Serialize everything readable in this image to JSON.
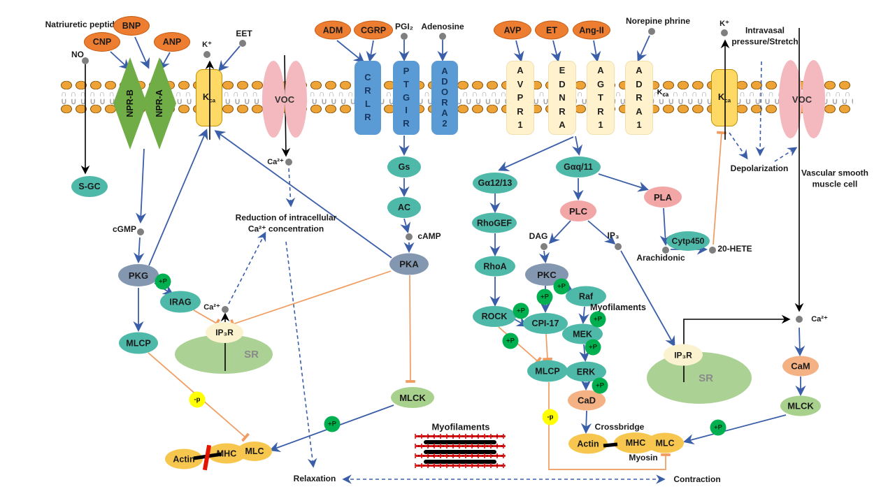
{
  "colors": {
    "arrow_blue": "#3B5EA8",
    "inhibit_orange": "#F09B5F",
    "ligand_orange": "#ED7D31",
    "receptor_green": "#70AD47",
    "channel_yellow": "#FFD966",
    "channel_pink": "#F4B9BE",
    "channel_blue": "#5B9BD5",
    "channel_cream": "#FFF2CC",
    "node_teal": "#4FB9A9",
    "node_slate": "#8497B0",
    "node_pink": "#F2A6A6",
    "node_salmon": "#F4B183",
    "node_lightgreen": "#A9D18E",
    "node_gold": "#F7C64E",
    "sr_green": "#ABD294",
    "plus_p_green": "#00B050",
    "minus_p_yellow": "#FFFF00"
  },
  "membrane": {
    "tail_top": "∩",
    "tail_bottom": "∪"
  },
  "ligands": {
    "cnp": "CNP",
    "bnp": "BNP",
    "anp": "ANP",
    "adm": "ADM",
    "cgrp": "CGRP",
    "avp": "AVP",
    "et": "ET",
    "angii": "Ang-II"
  },
  "labels": {
    "natriuretic": "Natriuretic peptides",
    "no": "NO",
    "k_plus": "K⁺",
    "eet": "EET",
    "pgi2": "PGI₂",
    "adenosine": "Adenosine",
    "norepinephrine": "Norepine phrine",
    "intravasal": "Intravasal\npressure/Stretch",
    "depolarization": "Depolarization",
    "vsmc": "Vascular smooth\nmuscle cell",
    "reduction": "Reduction of intracellular\nCa²⁺ concentration",
    "camp": "cAMP",
    "cgmp": "cGMP",
    "dag": "DAG",
    "ip3": "IP₃",
    "ca2": "Ca²⁺",
    "sr": "SR",
    "arachidonic": "Arachidonic",
    "hete": "20-HETE",
    "myofilaments": "Myofilaments",
    "crossbridge": "Crossbridge",
    "myosin": "Myosin",
    "relaxation": "Relaxation",
    "contraction": "Contraction"
  },
  "receptors": {
    "nprb": "NPR-B",
    "npra": "NPR-A",
    "voc": "VOC",
    "kca_main": "K",
    "kca_sub": "ca",
    "crlr": "C\nR\nL\nR",
    "ptgir": "P\nT\nG\nI\nR",
    "adora2": "A\nD\nO\nR\nA\n2",
    "avpr1": "A\nV\nP\nR\n1",
    "ednra": "E\nD\nN\nR\nA",
    "agtr1": "A\nG\nT\nR\n1",
    "adra1": "A\nD\nR\nA\n1"
  },
  "nodes": {
    "sgc": "S-GC",
    "pkg": "PKG",
    "irag": "IRAG",
    "mlcp": "MLCP",
    "ip3r": "IP₃R",
    "gs": "Gs",
    "ac": "AC",
    "pka": "PKA",
    "ga1213": "Gα12/13",
    "rhogef": "RhoGEF",
    "rhoa": "RhoA",
    "rock": "ROCK",
    "gaq11": "Gαq/11",
    "plc": "PLC",
    "pla": "PLA",
    "cytp450": "Cytp450",
    "pkc": "PKC",
    "raf": "Raf",
    "mek": "MEK",
    "erk": "ERK",
    "cad": "CaD",
    "cpi17": "CPI-17",
    "mlck": "MLCK",
    "cam": "CaM",
    "actin": "Actin",
    "mhc": "MHC",
    "mlc": "MLC"
  },
  "badges": {
    "plus_p": "+P",
    "minus_p": "-p"
  }
}
